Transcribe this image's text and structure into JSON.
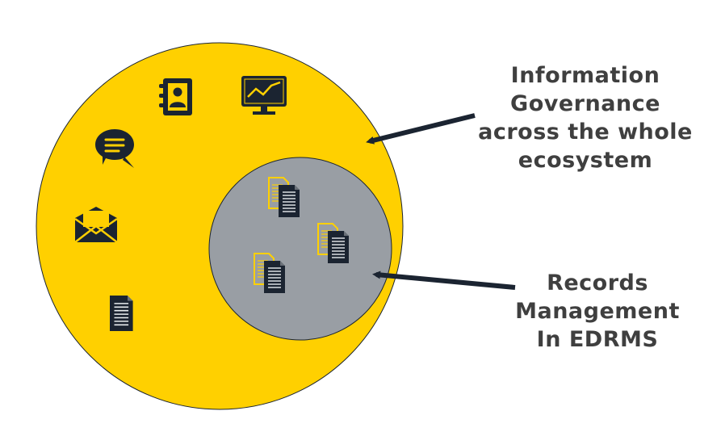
{
  "labels": {
    "information_governance": [
      "Information",
      "Governance",
      "across the whole",
      "ecosystem"
    ],
    "records_management": [
      "Records",
      "Management",
      "In EDRMS"
    ]
  },
  "colors": {
    "outer_circle": "#FFD000",
    "inner_circle": "#999EA4",
    "icon_dark": "#1B2431",
    "icon_accent": "#FFD000",
    "arrow": "#1B2431",
    "text": "#3F3F3F"
  },
  "icons": [
    "address-book-icon",
    "monitor-chart-icon",
    "chat-bubble-icon",
    "envelope-icon",
    "document-icon",
    "document-stack-icon"
  ]
}
